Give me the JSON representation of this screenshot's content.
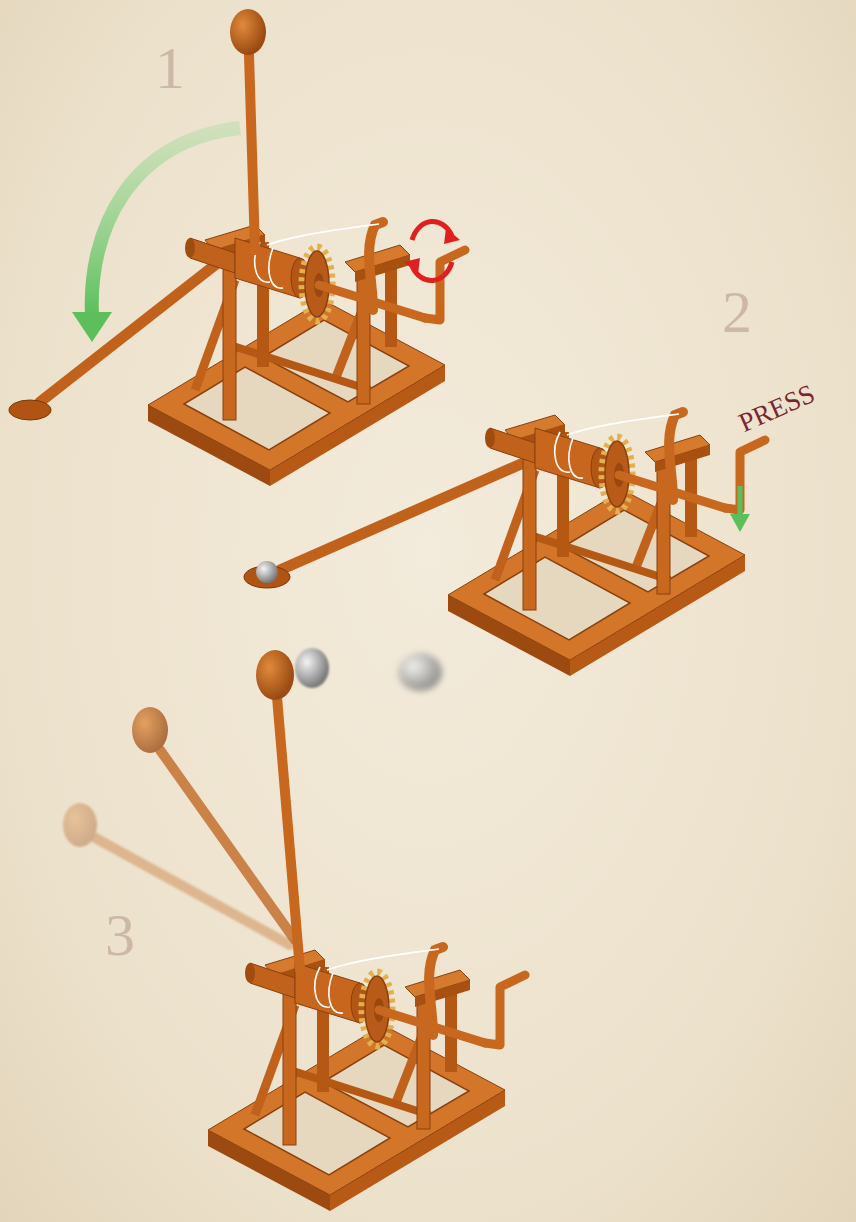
{
  "diagram": {
    "labels": [
      "1",
      "2",
      "PRESS",
      "3"
    ]
  }
}
